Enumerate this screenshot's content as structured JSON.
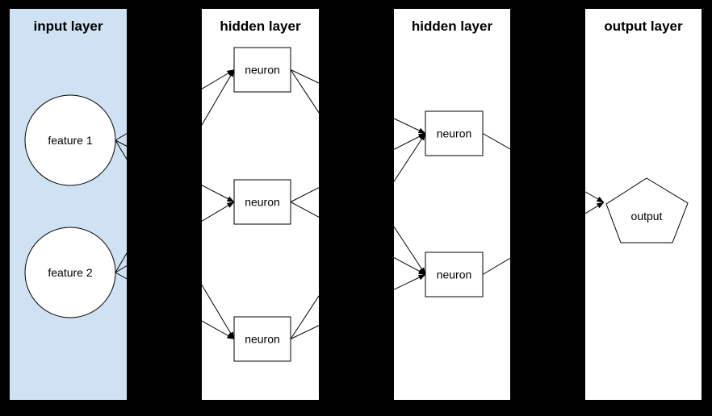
{
  "diagram": {
    "type": "neural-network-diagram",
    "background_color": "#000000",
    "edge_color": "#000000",
    "node_fill_color": "#ffffff",
    "node_border_color": "#000000",
    "layers": [
      {
        "title": "input layer",
        "panel_color": "#cfe2f3",
        "nodes": [
          {
            "id": "feature-1",
            "label": "feature 1",
            "shape": "circle"
          },
          {
            "id": "feature-2",
            "label": "feature 2",
            "shape": "circle"
          }
        ]
      },
      {
        "title": "hidden layer",
        "panel_color": "#ffffff",
        "nodes": [
          {
            "id": "h1-neuron-1",
            "label": "neuron",
            "shape": "rectangle"
          },
          {
            "id": "h1-neuron-2",
            "label": "neuron",
            "shape": "rectangle"
          },
          {
            "id": "h1-neuron-3",
            "label": "neuron",
            "shape": "rectangle"
          }
        ]
      },
      {
        "title": "hidden layer",
        "panel_color": "#ffffff",
        "nodes": [
          {
            "id": "h2-neuron-1",
            "label": "neuron",
            "shape": "rectangle"
          },
          {
            "id": "h2-neuron-2",
            "label": "neuron",
            "shape": "rectangle"
          }
        ]
      },
      {
        "title": "output layer",
        "panel_color": "#ffffff",
        "nodes": [
          {
            "id": "output",
            "label": "output",
            "shape": "pentagon"
          }
        ]
      }
    ],
    "edges": [
      {
        "from": "feature-1",
        "to": "h1-neuron-1",
        "arrow": true
      },
      {
        "from": "feature-1",
        "to": "h1-neuron-2",
        "arrow": true
      },
      {
        "from": "feature-1",
        "to": "h1-neuron-3",
        "arrow": true
      },
      {
        "from": "feature-2",
        "to": "h1-neuron-1",
        "arrow": true
      },
      {
        "from": "feature-2",
        "to": "h1-neuron-2",
        "arrow": true
      },
      {
        "from": "feature-2",
        "to": "h1-neuron-3",
        "arrow": true
      },
      {
        "from": "h1-neuron-1",
        "to": "h2-neuron-1",
        "arrow": true
      },
      {
        "from": "h1-neuron-1",
        "to": "h2-neuron-2",
        "arrow": true
      },
      {
        "from": "h1-neuron-2",
        "to": "h2-neuron-1",
        "arrow": true
      },
      {
        "from": "h1-neuron-2",
        "to": "h2-neuron-2",
        "arrow": true
      },
      {
        "from": "h1-neuron-3",
        "to": "h2-neuron-1",
        "arrow": true
      },
      {
        "from": "h1-neuron-3",
        "to": "h2-neuron-2",
        "arrow": true
      },
      {
        "from": "h2-neuron-1",
        "to": "output",
        "arrow": true
      },
      {
        "from": "h2-neuron-2",
        "to": "output",
        "arrow": true
      }
    ]
  }
}
